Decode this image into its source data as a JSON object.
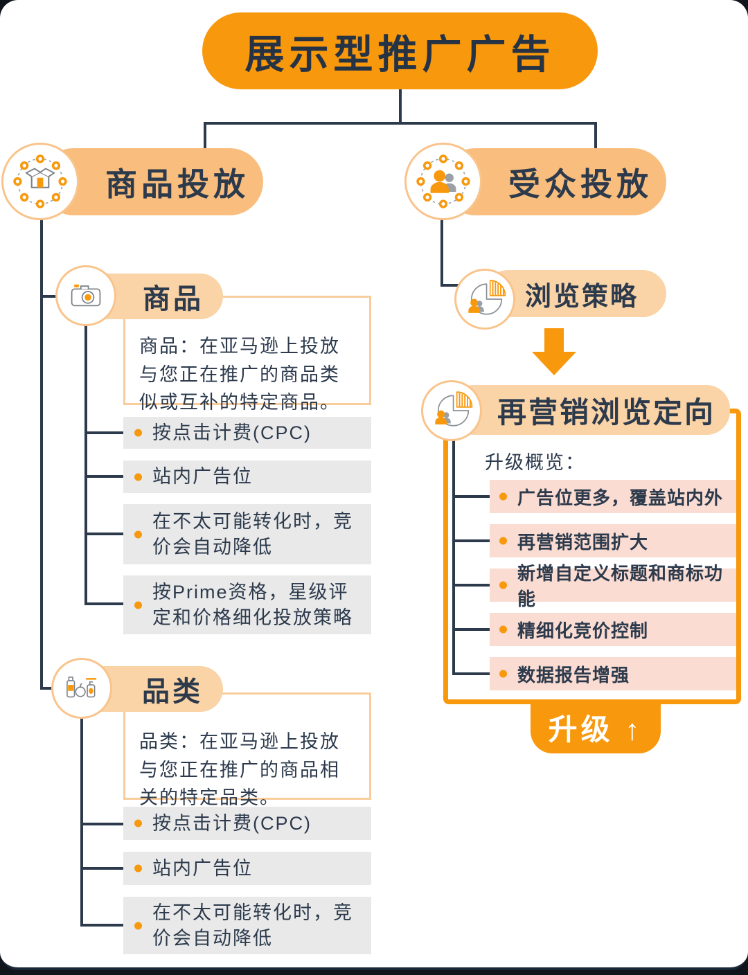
{
  "title": "展示型推广广告",
  "colors": {
    "orange": "#f8980d",
    "branch_pill": "#f9be7d",
    "node_pill": "#fad3a6",
    "pink_item": "#fadcd2",
    "gray_item": "#e9e9e9",
    "navy_text": "#2c3a4c"
  },
  "left_branch": {
    "label": "商品投放",
    "icon": "box-network-icon",
    "nodes": [
      {
        "label": "商品",
        "icon": "camera-icon",
        "description": "商品：在亚马逊上投放与您正在推广的商品类似或互补的特定商品。",
        "bullets": [
          "按点击计费(CPC)",
          "站内广告位",
          "在不太可能转化时，竞价会自动降低",
          "按Prime资格，星级评定和价格细化投放策略"
        ]
      },
      {
        "label": "品类",
        "icon": "products-icon",
        "description": "品类：在亚马逊上投放与您正在推广的商品相关的特定品类。",
        "bullets": [
          "按点击计费(CPC)",
          "站内广告位",
          "在不太可能转化时，竞价会自动降低"
        ]
      }
    ]
  },
  "right_branch": {
    "label": "受众投放",
    "icon": "audience-network-icon",
    "strategy_node": {
      "label": "浏览策略",
      "icon": "pie-audience-icon"
    },
    "upgrade_node": {
      "label": "再营销浏览定向",
      "icon": "pie-audience-icon",
      "overview_label": "升级概览：",
      "bullets": [
        "广告位更多，覆盖站内外",
        "再营销范围扩大",
        "新增自定义标题和商标功能",
        "精细化竞价控制",
        "数据报告增强"
      ],
      "badge": "升级 ↑"
    }
  }
}
